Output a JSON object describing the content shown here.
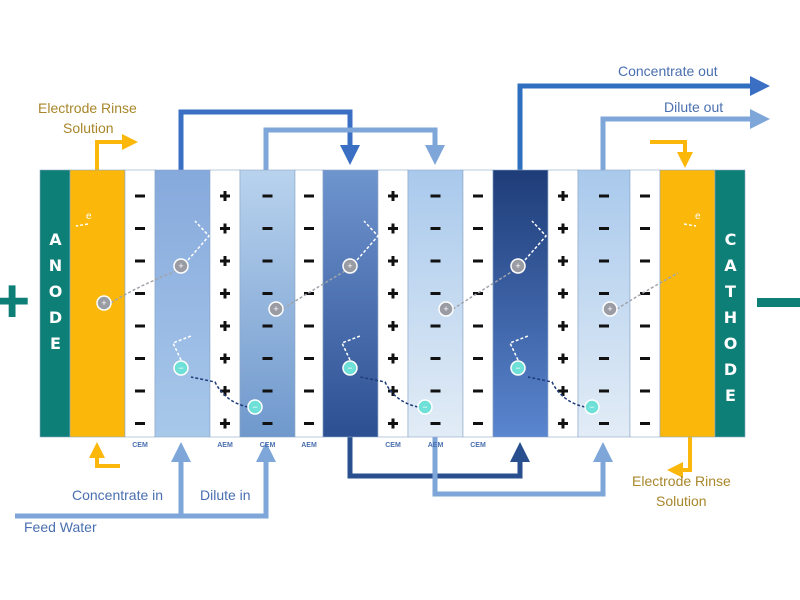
{
  "labels": {
    "rinse_top": [
      "Electrode Rinse",
      "Solution"
    ],
    "rinse_bottom": [
      "Electrode Rinse",
      "Solution"
    ],
    "concentrate_out": "Concentrate out",
    "dilute_out": "Dilute out",
    "concentrate_in": "Concentrate in",
    "dilute_in": "Dilute in",
    "feed_water": "Feed Water",
    "anode": "ANODE",
    "cathode": "CATHODE",
    "plus_terminal": "+",
    "minus_terminal": "−",
    "membranes": [
      "CEM",
      "AEM",
      "CEM",
      "AEM",
      "CEM",
      "AEM",
      "CEM"
    ],
    "electron": "e"
  },
  "colors": {
    "electrode": "#0e7f77",
    "rinse": "#fbb80b",
    "concentrate_light": "#9ec0e4",
    "concentrate_mid": "#5b86c2",
    "concentrate_dark": "#2a4f8e",
    "pipe_dark": "#3a6fc4",
    "pipe_light": "#7fa6d8",
    "resin": "#f3b116",
    "label_gold": "#a8862a",
    "label_blue": "#4a6fb0"
  }
}
